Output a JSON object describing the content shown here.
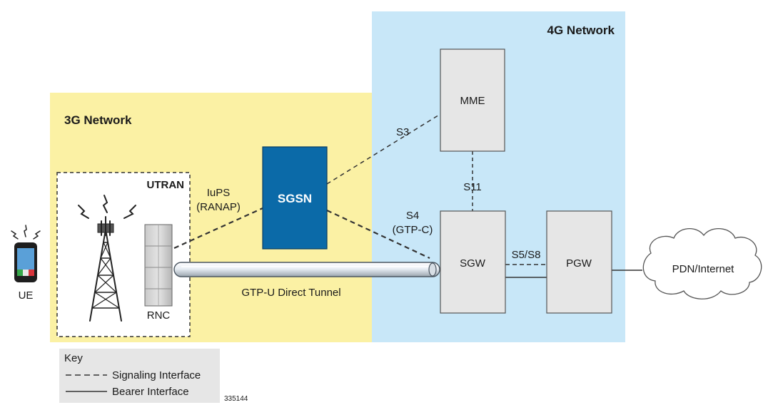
{
  "regions": {
    "network_4g": {
      "title": "4G Network",
      "fill": "#c8e7f8"
    },
    "network_3g": {
      "title": "3G Network",
      "fill": "#fbf1a4"
    },
    "utran": {
      "title": "UTRAN"
    }
  },
  "nodes": {
    "ue": {
      "label": "UE"
    },
    "rnc": {
      "label": "RNC"
    },
    "sgsn": {
      "label": "SGSN",
      "fill": "#0b6aa8"
    },
    "mme": {
      "label": "MME"
    },
    "sgw": {
      "label": "SGW"
    },
    "pgw": {
      "label": "PGW"
    },
    "pdn": {
      "label": "PDN/Internet"
    }
  },
  "node_fill": "#e6e6e6",
  "interfaces": {
    "iups_line1": "IuPS",
    "iups_line2": "(RANAP)",
    "s3": "S3",
    "s11": "S11",
    "s4_line1": "S4",
    "s4_line2": "(GTP-C)",
    "s5s8": "S5/S8",
    "tunnel": "GTP-U Direct Tunnel"
  },
  "key": {
    "title": "Key",
    "signaling": "Signaling Interface",
    "bearer": "Bearer Interface"
  },
  "figure_number": "335144"
}
